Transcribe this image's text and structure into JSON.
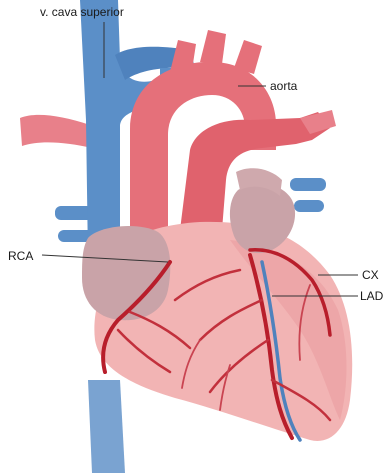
{
  "labels": {
    "vena_cava": "v. cava superior",
    "aorta": "aorta",
    "rca": "RCA",
    "cx": "CX",
    "lad": "LAD"
  },
  "colors": {
    "vein_blue": "#5b8fc8",
    "artery_red": "#d94752",
    "aorta_red": "#e5707a",
    "heart_pink": "#f2b4b4",
    "atrium": "#c9a3a8",
    "vessel_dark_red": "#b81e2b",
    "leader_line": "#333333"
  }
}
